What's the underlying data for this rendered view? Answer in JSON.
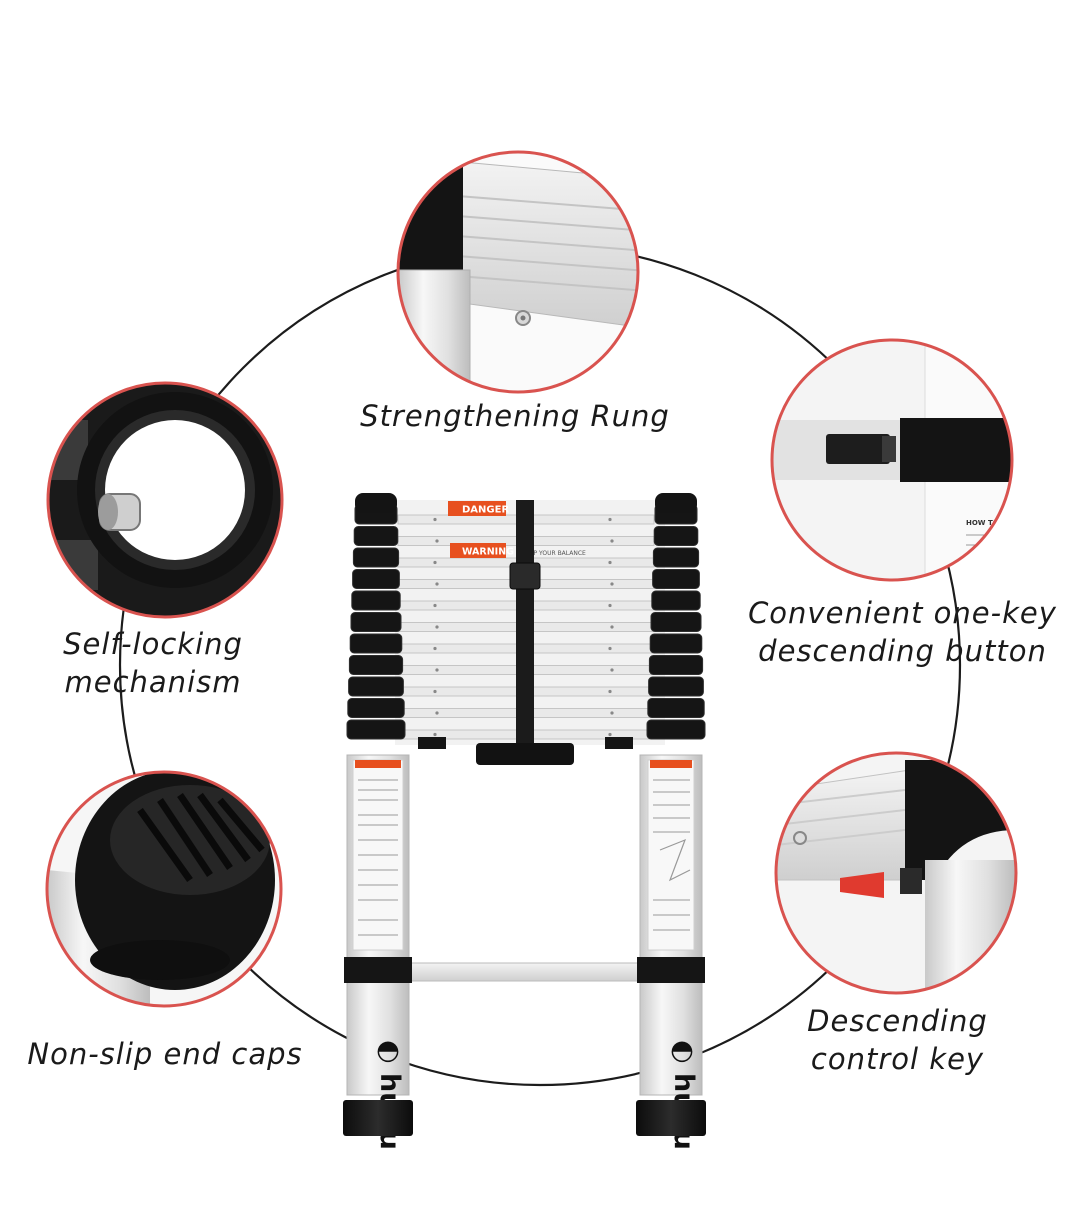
{
  "colors": {
    "accent_ring": "#d9534f",
    "big_ring": "#1c1c1c",
    "ladder_black": "#151515",
    "aluminum": "#e6e6e6",
    "warning_orange": "#e7501f"
  },
  "features": [
    {
      "id": "strengthening-rung",
      "lines": [
        "Strengthening Rung"
      ]
    },
    {
      "id": "self-locking",
      "lines": [
        "Self-locking",
        "mechanism"
      ]
    },
    {
      "id": "one-key-button",
      "lines": [
        "Convenient one-key",
        "descending button"
      ]
    },
    {
      "id": "end-caps",
      "lines": [
        "Non-slip end caps"
      ]
    },
    {
      "id": "control-key",
      "lines": [
        "Descending",
        "control key"
      ]
    }
  ],
  "product": {
    "brand": "huhu",
    "danger_label": "DANGER",
    "warning_label": "WARNING",
    "balance_label": "KEEP YOUR BALANCE",
    "rung_count": 11
  }
}
